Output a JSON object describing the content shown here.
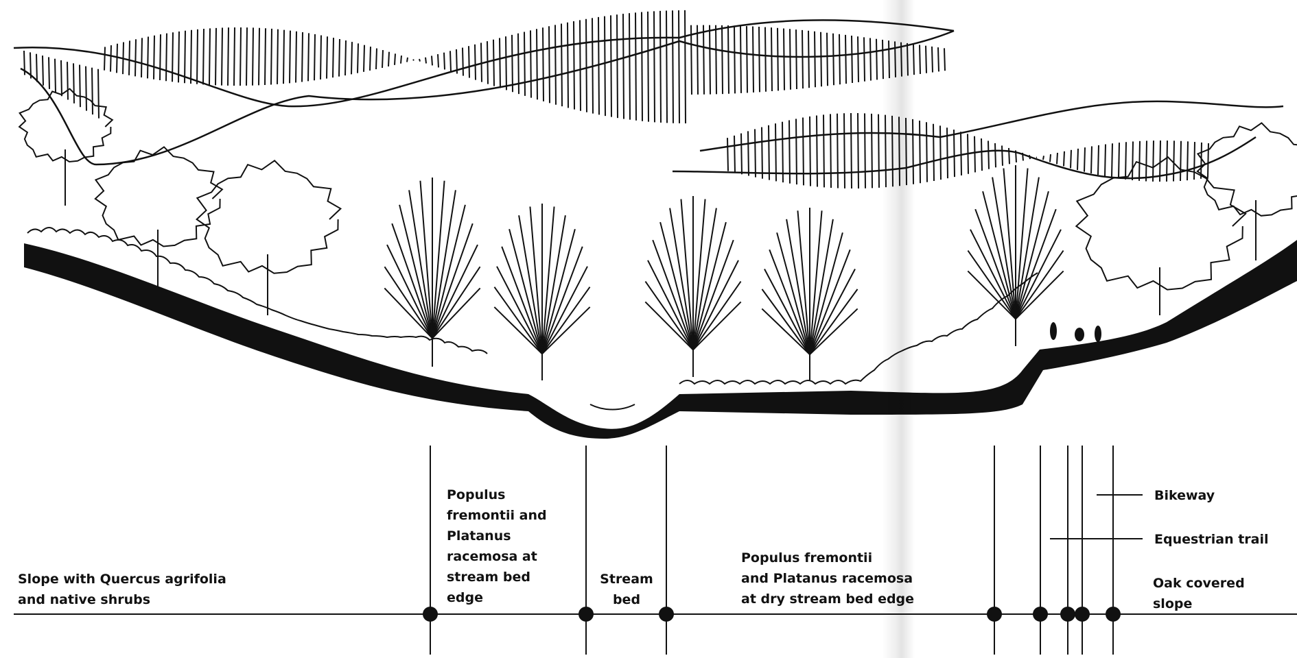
{
  "labels": {
    "slope_quercus": "Slope with Quercus agrifolia\nand native shrubs",
    "populus_edge": "Populus\nfremontii and\nPlatanus\nracemosa at\nstream bed\nedge",
    "stream_bed": "Stream\nbed",
    "populus_dry": "Populus fremontii\nand Platanus racemosa\nat dry stream bed edge",
    "bikeway": "Bikeway",
    "equestrian": "Equestrian trail",
    "oak_slope": "Oak covered\nslope"
  },
  "colors": {
    "ink": "#111111",
    "paper": "#ffffff"
  }
}
